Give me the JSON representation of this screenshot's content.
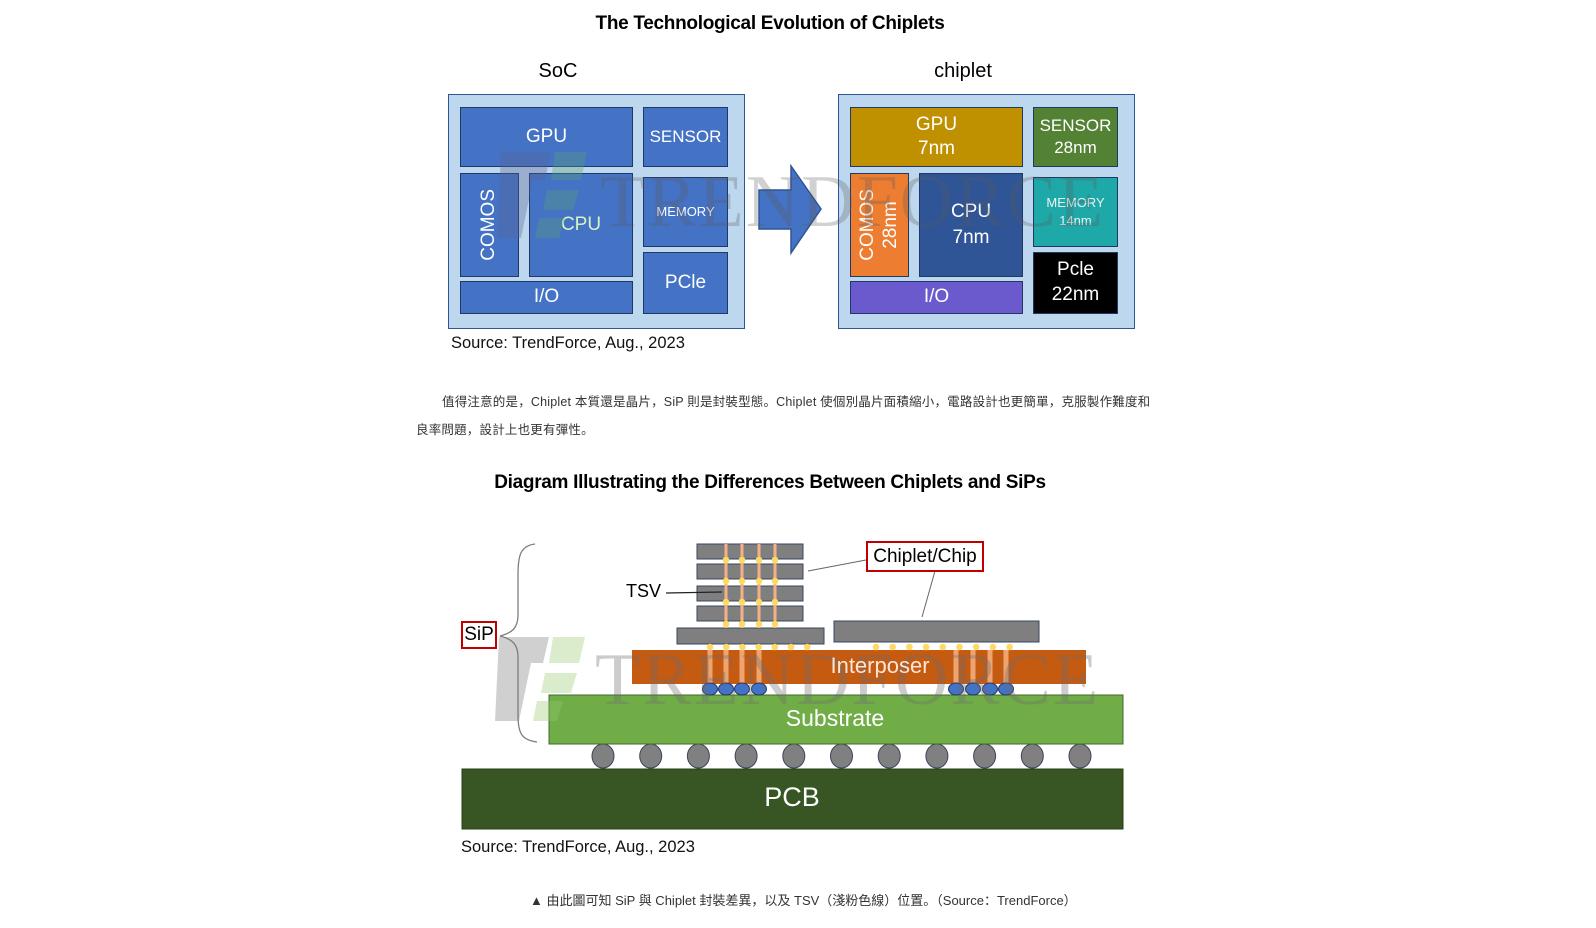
{
  "figure1": {
    "title": "The Technological Evolution of Chiplets",
    "soc": {
      "label": "SoC",
      "blocks": {
        "gpu": "GPU",
        "sensor": "SENSOR",
        "comos": "COMOS",
        "cpu": "CPU",
        "memory": "MEMORY",
        "pcie": "PCle",
        "io": "I/O"
      }
    },
    "chiplet": {
      "label": "chiplet",
      "blocks": {
        "gpu": "GPU\n7nm",
        "sensor": "SENSOR\n28nm",
        "comos": "COMOS\n28nm",
        "cpu": "CPU\n7nm",
        "memory": "MEMORY\n14nm",
        "pcie": "Pcle\n22nm",
        "io": "I/O"
      }
    },
    "watermark": "TRENDFORCE",
    "source": "Source: TrendForce, Aug., 2023",
    "colors": {
      "frame": "#bdd7ee",
      "soc_block": "#4472c4",
      "gpu": "#bf9000",
      "sensor": "#548235",
      "comos": "#ed7d31",
      "cpu": "#2f5597",
      "memory": "#1fa8a8",
      "pcie": "#000000",
      "io": "#6a5acd",
      "arrow": "#4472c4"
    }
  },
  "paragraph": {
    "line1": "值得注意的是，Chiplet 本質還是晶片，SiP 則是封裝型態。Chiplet 使個別晶片面積縮小，電路設計也更簡單，克服製作難度和",
    "line2": "良率問題，設計上也更有彈性。"
  },
  "figure2": {
    "title": "Diagram Illustrating the Differences Between Chiplets and SiPs",
    "labels": {
      "sip": "SiP",
      "tsv": "TSV",
      "chiplet_chip": "Chiplet/Chip",
      "interposer": "Interposer",
      "substrate": "Substrate",
      "pcb": "PCB"
    },
    "watermark": "TRENDFORCE",
    "source": "Source: TrendForce, Aug., 2023",
    "colors": {
      "die": "#7f7f7f",
      "tsv": "#f4b183",
      "microbump": "#ffd966",
      "c4_bump": "#4472c4",
      "interposer": "#c55a11",
      "substrate": "#70ad47",
      "solder_ball": "#808080",
      "pcb": "#375623",
      "label_border": "#c00000"
    }
  },
  "caption": "▲ 由此圖可知 SiP 與 Chiplet 封裝差異，以及 TSV（淺粉色線）位置。（Source：TrendForce）"
}
